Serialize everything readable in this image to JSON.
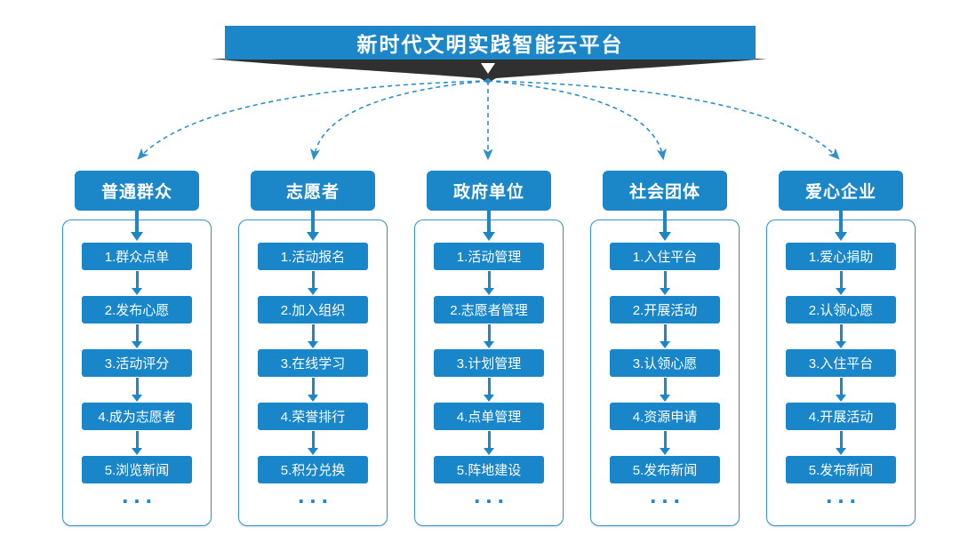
{
  "title": {
    "label": "新时代文明实践智能云平台"
  },
  "colors": {
    "primary_blue": "#1b87c9",
    "outline_blue": "#3a93cf",
    "dashed_line_blue": "#2f8fcc",
    "dark_ribbon": "#303030",
    "background": "#ffffff",
    "text_on_blue": "#ffffff"
  },
  "icons": {
    "ribbon_arrow": "down-triangle",
    "connector_style": "dashed-curve-with-arrowhead"
  },
  "columns": [
    {
      "header": "普通群众",
      "items": [
        "1.群众点单",
        "2.发布心愿",
        "3.活动评分",
        "4.成为志愿者",
        "5.浏览新闻"
      ],
      "more": "..."
    },
    {
      "header": "志愿者",
      "items": [
        "1.活动报名",
        "2.加入组织",
        "3.在线学习",
        "4.荣誉排行",
        "5.积分兑换"
      ],
      "more": "..."
    },
    {
      "header": "政府单位",
      "items": [
        "1.活动管理",
        "2.志愿者管理",
        "3.计划管理",
        "4.点单管理",
        "5.阵地建设"
      ],
      "more": "..."
    },
    {
      "header": "社会团体",
      "items": [
        "1.入住平台",
        "2.开展活动",
        "3.认领心愿",
        "4.资源申请",
        "5.发布新闻"
      ],
      "more": "..."
    },
    {
      "header": "爱心企业",
      "items": [
        "1.爱心捐助",
        "2.认领心愿",
        "3.入住平台",
        "4.开展活动",
        "5.发布新闻"
      ],
      "more": "..."
    }
  ]
}
